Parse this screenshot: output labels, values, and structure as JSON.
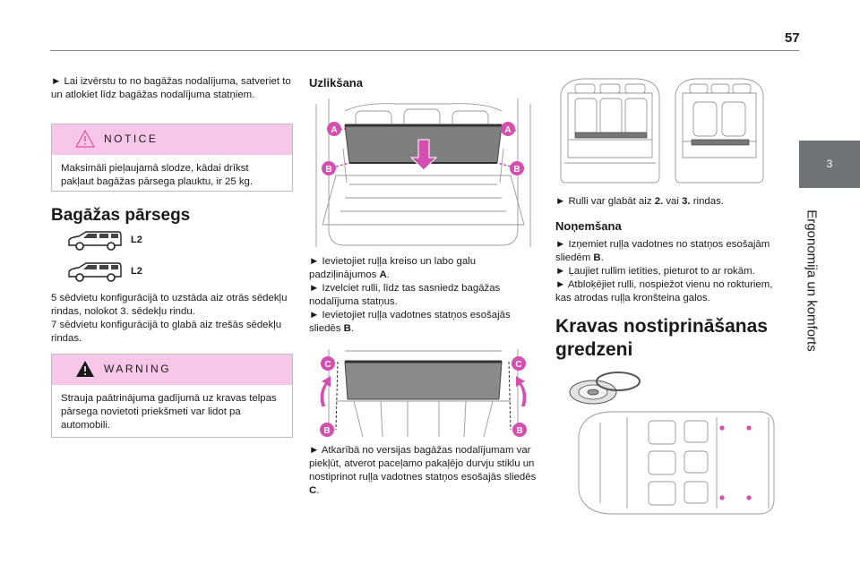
{
  "page_number": "57",
  "chapter": {
    "tab_number": "3",
    "title": "Ergonomija un komforts"
  },
  "col1": {
    "intro": "Lai izvērstu to no bagāžas nodalījuma, satveriet to un atlokiet līdz bagāžas nodalījuma statņiem.",
    "notice": {
      "label": "NOTICE",
      "text": "Maksimāli pieļaujamā slodze, kādai drīkst pakļaut bagāžas pārsega plauktu, ir 25 kg."
    },
    "heading": "Bagāžas pārsegs",
    "car_label_1": "L2",
    "car_label_2": "L2",
    "para1": "5 sēdvietu konfigurācijā to uzstāda aiz otrās sēdekļu rindas, nolokot 3. sēdekļu rindu.",
    "para2": "7 sēdvietu konfigurācijā to glabā aiz trešās sēdekļu rindas.",
    "warning": {
      "label": "WARNING",
      "text": "Strauja paātrinājuma gadījumā uz kravas telpas pārsega novietoti priekšmeti var lidot pa automobili."
    }
  },
  "col2": {
    "heading": "Uzlikšana",
    "fig1_labels": {
      "a": "A",
      "b": "B"
    },
    "s1_pre": "Ievietojiet ruļļa kreiso un labo galu padziļinājumos ",
    "s1_bold": "A",
    "s2": "Izvelciet rulli, līdz tas sasniedz bagāžas nodalījuma statņus.",
    "s3_pre": "Ievietojiet ruļļa vadotnes statņos esošajās sliedēs ",
    "s3_bold": "B",
    "fig2_labels": {
      "c": "C",
      "b": "B"
    },
    "s4_pre": "Atkarībā no versijas bagāžas nodalījumam var piekļūt, atverot paceļamo pakaļējo durvju stiklu un nostiprinot ruļļa vadotnes statņos esošajās sliedēs ",
    "s4_bold": "C"
  },
  "col3": {
    "s1_pre": "Rulli var glabāt aiz ",
    "s1_b1": "2.",
    "s1_mid": " vai ",
    "s1_b2": "3.",
    "s1_post": " rindas.",
    "heading1": "Noņemšana",
    "s2_pre": "Izņemiet ruļļa vadotnes no statņos esošajām sliedēm ",
    "s2_bold": "B",
    "s3": "Ļaujiet rullim ietīties, pieturot to ar rokām.",
    "s4": "Atbloķējiet rulli, nospiežot vienu no rokturiem, kas atrodas ruļļa kronšteina galos.",
    "heading2_l1": "Kravas nostiprināšanas",
    "heading2_l2": "gredzeni"
  },
  "dot": ".",
  "icons": {
    "bullet": "►",
    "notice": "warning-triangle-outline-icon",
    "warning": "warning-triangle-filled-icon"
  },
  "colors": {
    "accent_pink": "#f7c6e8",
    "marker_pink": "#d44fb0",
    "tab_gray": "#6f7377"
  }
}
